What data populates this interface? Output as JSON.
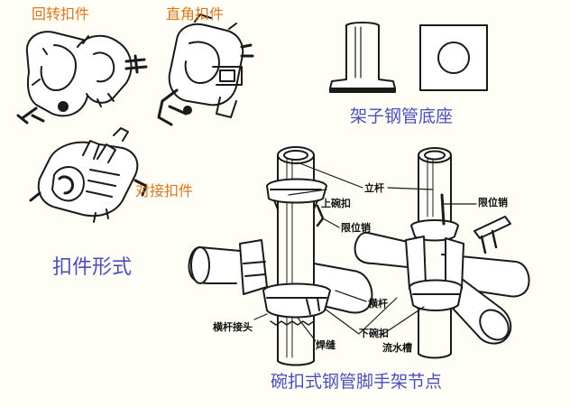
{
  "labels": {
    "rotating_clamp": "回转扣件",
    "right_angle_clamp": "直角扣件",
    "butt_clamp": "对接扣件",
    "clamp_forms": "扣件形式",
    "pipe_base": "架子钢管底座",
    "node_title": "碗扣式钢管脚手架节点",
    "vertical_pole": "立杆",
    "upper_bowl": "上碗扣",
    "limit_pin_left": "限位销",
    "limit_pin_right": "限位销",
    "horizontal_bar": "横杆",
    "bar_joint": "横杆接头",
    "weld_seam": "焊缝",
    "lower_bowl": "下碗扣",
    "drain_slot": "流水槽"
  },
  "colors": {
    "orange_text": "#d9771c",
    "blue_text": "#4a4fb8",
    "line": "#1a1a1a",
    "background": "#fffef6"
  }
}
